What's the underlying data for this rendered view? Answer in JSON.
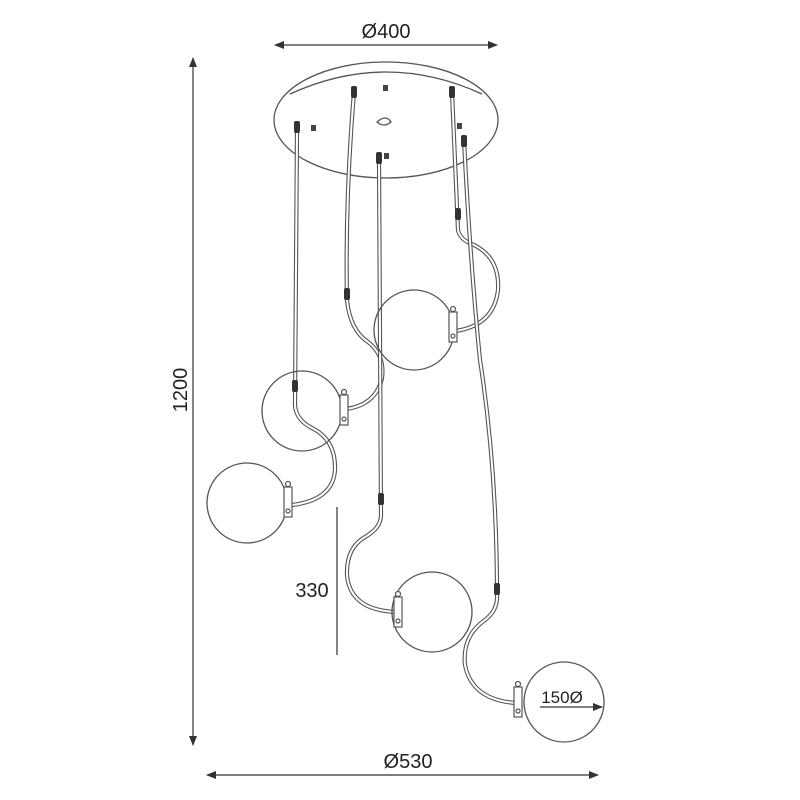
{
  "drawing": {
    "canopy_diameter_label": "Ø400",
    "height_label": "1200",
    "hook_height_label": "330",
    "globe_diameter_label": "150Ø",
    "overall_diameter_label": "Ø530",
    "line_color": "#555555"
  }
}
